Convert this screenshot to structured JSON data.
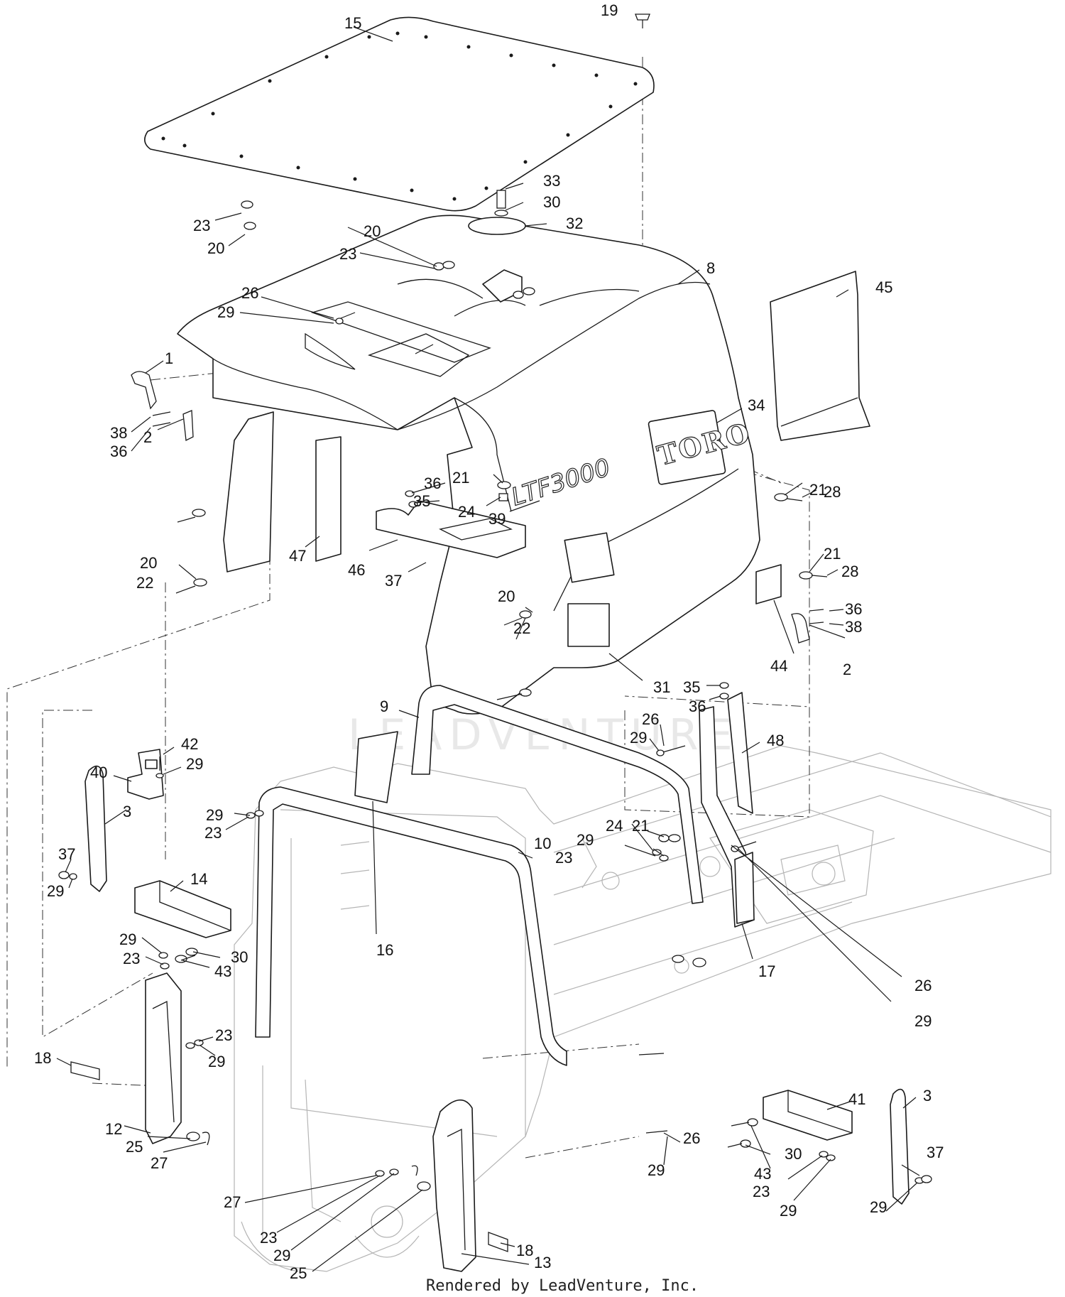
{
  "decals": {
    "brand": "TORO",
    "model": "LTF3000"
  },
  "watermark": "LEADVENTURE",
  "footer": "Rendered by LeadVenture, Inc.",
  "callouts": [
    {
      "id": "15",
      "label": "15"
    },
    {
      "id": "19",
      "label": "19"
    },
    {
      "id": "33",
      "label": "33"
    },
    {
      "id": "30",
      "label": "30"
    },
    {
      "id": "32",
      "label": "32"
    },
    {
      "id": "23",
      "label": "23"
    },
    {
      "id": "20",
      "label": "20"
    },
    {
      "id": "8",
      "label": "8"
    },
    {
      "id": "45",
      "label": "45"
    },
    {
      "id": "26",
      "label": "26"
    },
    {
      "id": "29",
      "label": "29"
    },
    {
      "id": "1",
      "label": "1"
    },
    {
      "id": "34",
      "label": "34"
    },
    {
      "id": "38",
      "label": "38"
    },
    {
      "id": "36",
      "label": "36"
    },
    {
      "id": "2",
      "label": "2"
    },
    {
      "id": "21",
      "label": "21"
    },
    {
      "id": "28",
      "label": "28"
    },
    {
      "id": "35",
      "label": "35"
    },
    {
      "id": "24",
      "label": "24"
    },
    {
      "id": "39",
      "label": "39"
    },
    {
      "id": "47",
      "label": "47"
    },
    {
      "id": "46",
      "label": "46"
    },
    {
      "id": "37",
      "label": "37"
    },
    {
      "id": "22",
      "label": "22"
    },
    {
      "id": "44",
      "label": "44"
    },
    {
      "id": "31",
      "label": "31"
    },
    {
      "id": "9",
      "label": "9"
    },
    {
      "id": "48",
      "label": "48"
    },
    {
      "id": "42",
      "label": "42"
    },
    {
      "id": "40",
      "label": "40"
    },
    {
      "id": "3",
      "label": "3"
    },
    {
      "id": "10",
      "label": "10"
    },
    {
      "id": "14",
      "label": "14"
    },
    {
      "id": "16",
      "label": "16"
    },
    {
      "id": "43",
      "label": "43"
    },
    {
      "id": "17",
      "label": "17"
    },
    {
      "id": "18",
      "label": "18"
    },
    {
      "id": "12",
      "label": "12"
    },
    {
      "id": "25",
      "label": "25"
    },
    {
      "id": "27",
      "label": "27"
    },
    {
      "id": "41",
      "label": "41"
    },
    {
      "id": "13",
      "label": "13"
    }
  ]
}
